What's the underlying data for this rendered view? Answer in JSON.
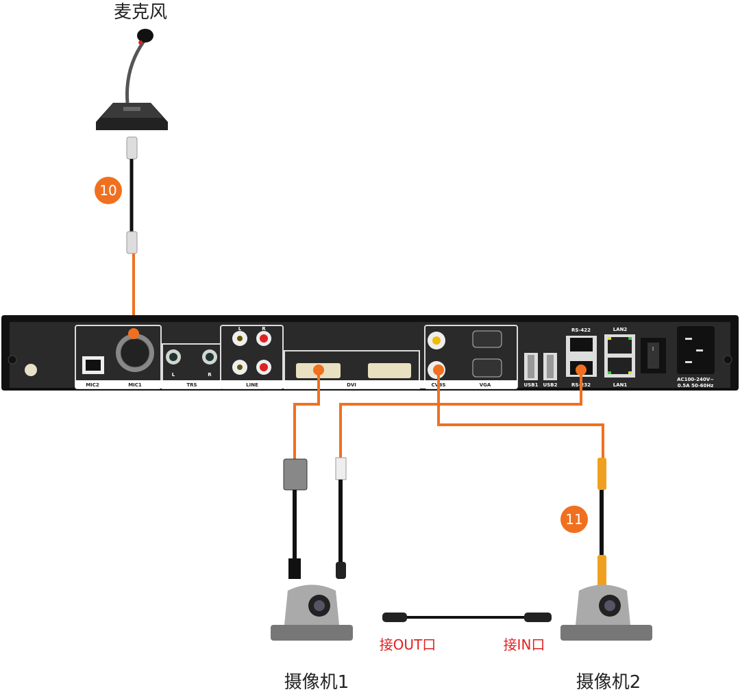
{
  "microphone": {
    "label": "麦克风"
  },
  "badges": {
    "mic_cable": "10",
    "camera_cable": "11"
  },
  "panel": {
    "mic2": "MIC2",
    "mic1": "MIC1",
    "trs": "TRS",
    "trs_l": "L",
    "trs_r": "R",
    "line": "LINE",
    "line_l": "L",
    "line_r": "R",
    "dvi": "DVI",
    "cvbs": "CVBS",
    "vga": "VGA",
    "usb1": "USB1",
    "usb2": "USB2",
    "rs422": "RS-422",
    "rs232": "RS-232",
    "lan2": "LAN2",
    "lan1": "LAN1",
    "power_line1": "AC100-240V~",
    "power_line2": "0.5A  50-60Hz",
    "switch_mark": "I"
  },
  "cameras": {
    "camera1": "摄像机1",
    "camera2": "摄像机2",
    "out_port": "接OUT口",
    "in_port": "接IN口"
  },
  "colors": {
    "orange": "#f07020",
    "red_text": "#e02020"
  }
}
